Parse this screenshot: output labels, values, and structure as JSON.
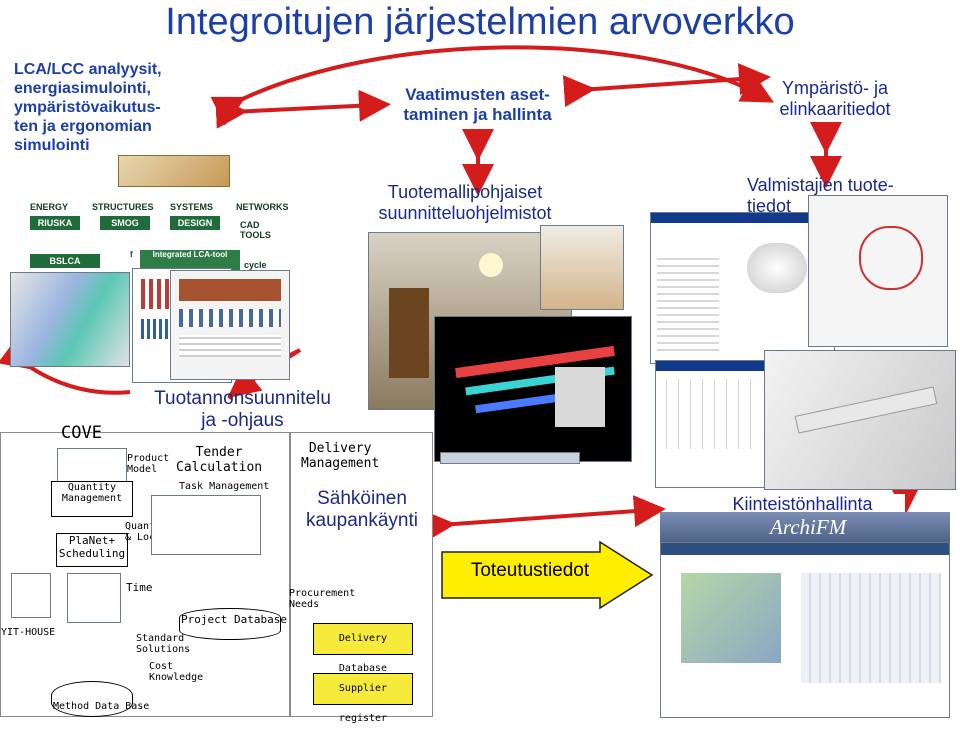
{
  "title": "Integroitujen järjestelmien arvoverkko",
  "boxes": {
    "lca": [
      "LCA/LCC analyysit,",
      "energiasimulointi,",
      "ympäristövaikutus-",
      "ten ja ergonomian",
      "simulointi"
    ],
    "requirements": [
      "Vaatimusten aset-",
      "taminen ja hallinta"
    ],
    "environment": [
      "Ympäristö- ja",
      "elinkaaritiedot"
    ],
    "product_model_software": [
      "Tuotemallipohjaiset",
      "suunnitteluohjelmistot"
    ],
    "manufacturers": [
      "Valmistajien tuote-",
      "tiedot"
    ],
    "production": [
      "Tuotannonsuunnitelu",
      "ja -ohjaus"
    ],
    "ecommerce": [
      "Sähköinen",
      "kaupankäynti"
    ],
    "implementation": "Toteutustiedot",
    "facility": "Kiinteistönhallinta",
    "archifm": "ArchiFM"
  },
  "tools": {
    "headers": [
      "ENERGY",
      "STRUCTURES",
      "SYSTEMS",
      "NETWORKS"
    ],
    "items": [
      "RIUSKA",
      "SMOG",
      "DESIGN",
      "CAD TOOLS"
    ],
    "bslca": "BSLCA",
    "lca_tool": "Integrated LCA-tool",
    "partial_left": "f",
    "partial_right": "cycle"
  },
  "production_diagram": {
    "cove": "COVE",
    "product_model": [
      "Product",
      "Model"
    ],
    "quantity_management": [
      "Quantity",
      "Management"
    ],
    "planet": [
      "PlaNet+",
      "Scheduling"
    ],
    "quantities": [
      "Quantities",
      "& Locations"
    ],
    "time": "Time",
    "yit_house": "YIT-HOUSE",
    "tender": [
      "Tender",
      "Calculation"
    ],
    "task_management": "Task Management",
    "project_database": "Project Database",
    "standard": [
      "Standard",
      "Solutions"
    ],
    "cost_knowledge": [
      "Cost",
      "Knowledge"
    ],
    "method_database": "Method Data Base",
    "delivery_management": [
      "Delivery",
      "Management"
    ],
    "procurement": [
      "Procurement",
      "Needs"
    ],
    "delivery_database": "Delivery Database",
    "supplier_register": "Supplier register"
  },
  "colors": {
    "title": "#1c3fa8",
    "arrow": "#d41c1c",
    "yellow_arrow": "#ffee00",
    "tool_green": "#1f6b3a"
  }
}
